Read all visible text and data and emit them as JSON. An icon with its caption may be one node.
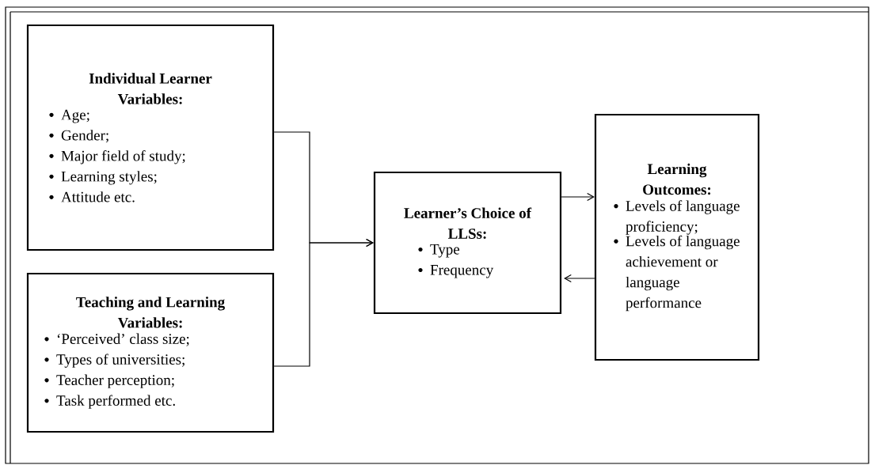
{
  "diagram": {
    "nodes": [
      {
        "text": [
          "Individual Learner Variables:",
          "Age;",
          "Gender;",
          "Major field of study;",
          "Learning styles;",
          "Attitude etc."
        ]
      },
      {
        "text": [
          "Teaching and Learning Variables:",
          "‘Perceived’ class size;",
          "Types of universities;",
          "Teacher perception;",
          "Task performed etc."
        ]
      },
      {
        "text": [
          "Learner’s Choice of LLSs:",
          "Type",
          "Frequency"
        ]
      },
      {
        "text": [
          "Learning Outcomes:",
          "Levels of language proficiency;",
          "Levels of language achievement or language performance"
        ]
      }
    ],
    "edges": [
      {
        "from": 0,
        "to": 2,
        "arrow": "to"
      },
      {
        "from": 1,
        "to": 2,
        "arrow": "to"
      },
      {
        "from": 2,
        "to": 3,
        "arrow": "to"
      },
      {
        "from": 3,
        "to": 2,
        "arrow": "to"
      }
    ]
  }
}
